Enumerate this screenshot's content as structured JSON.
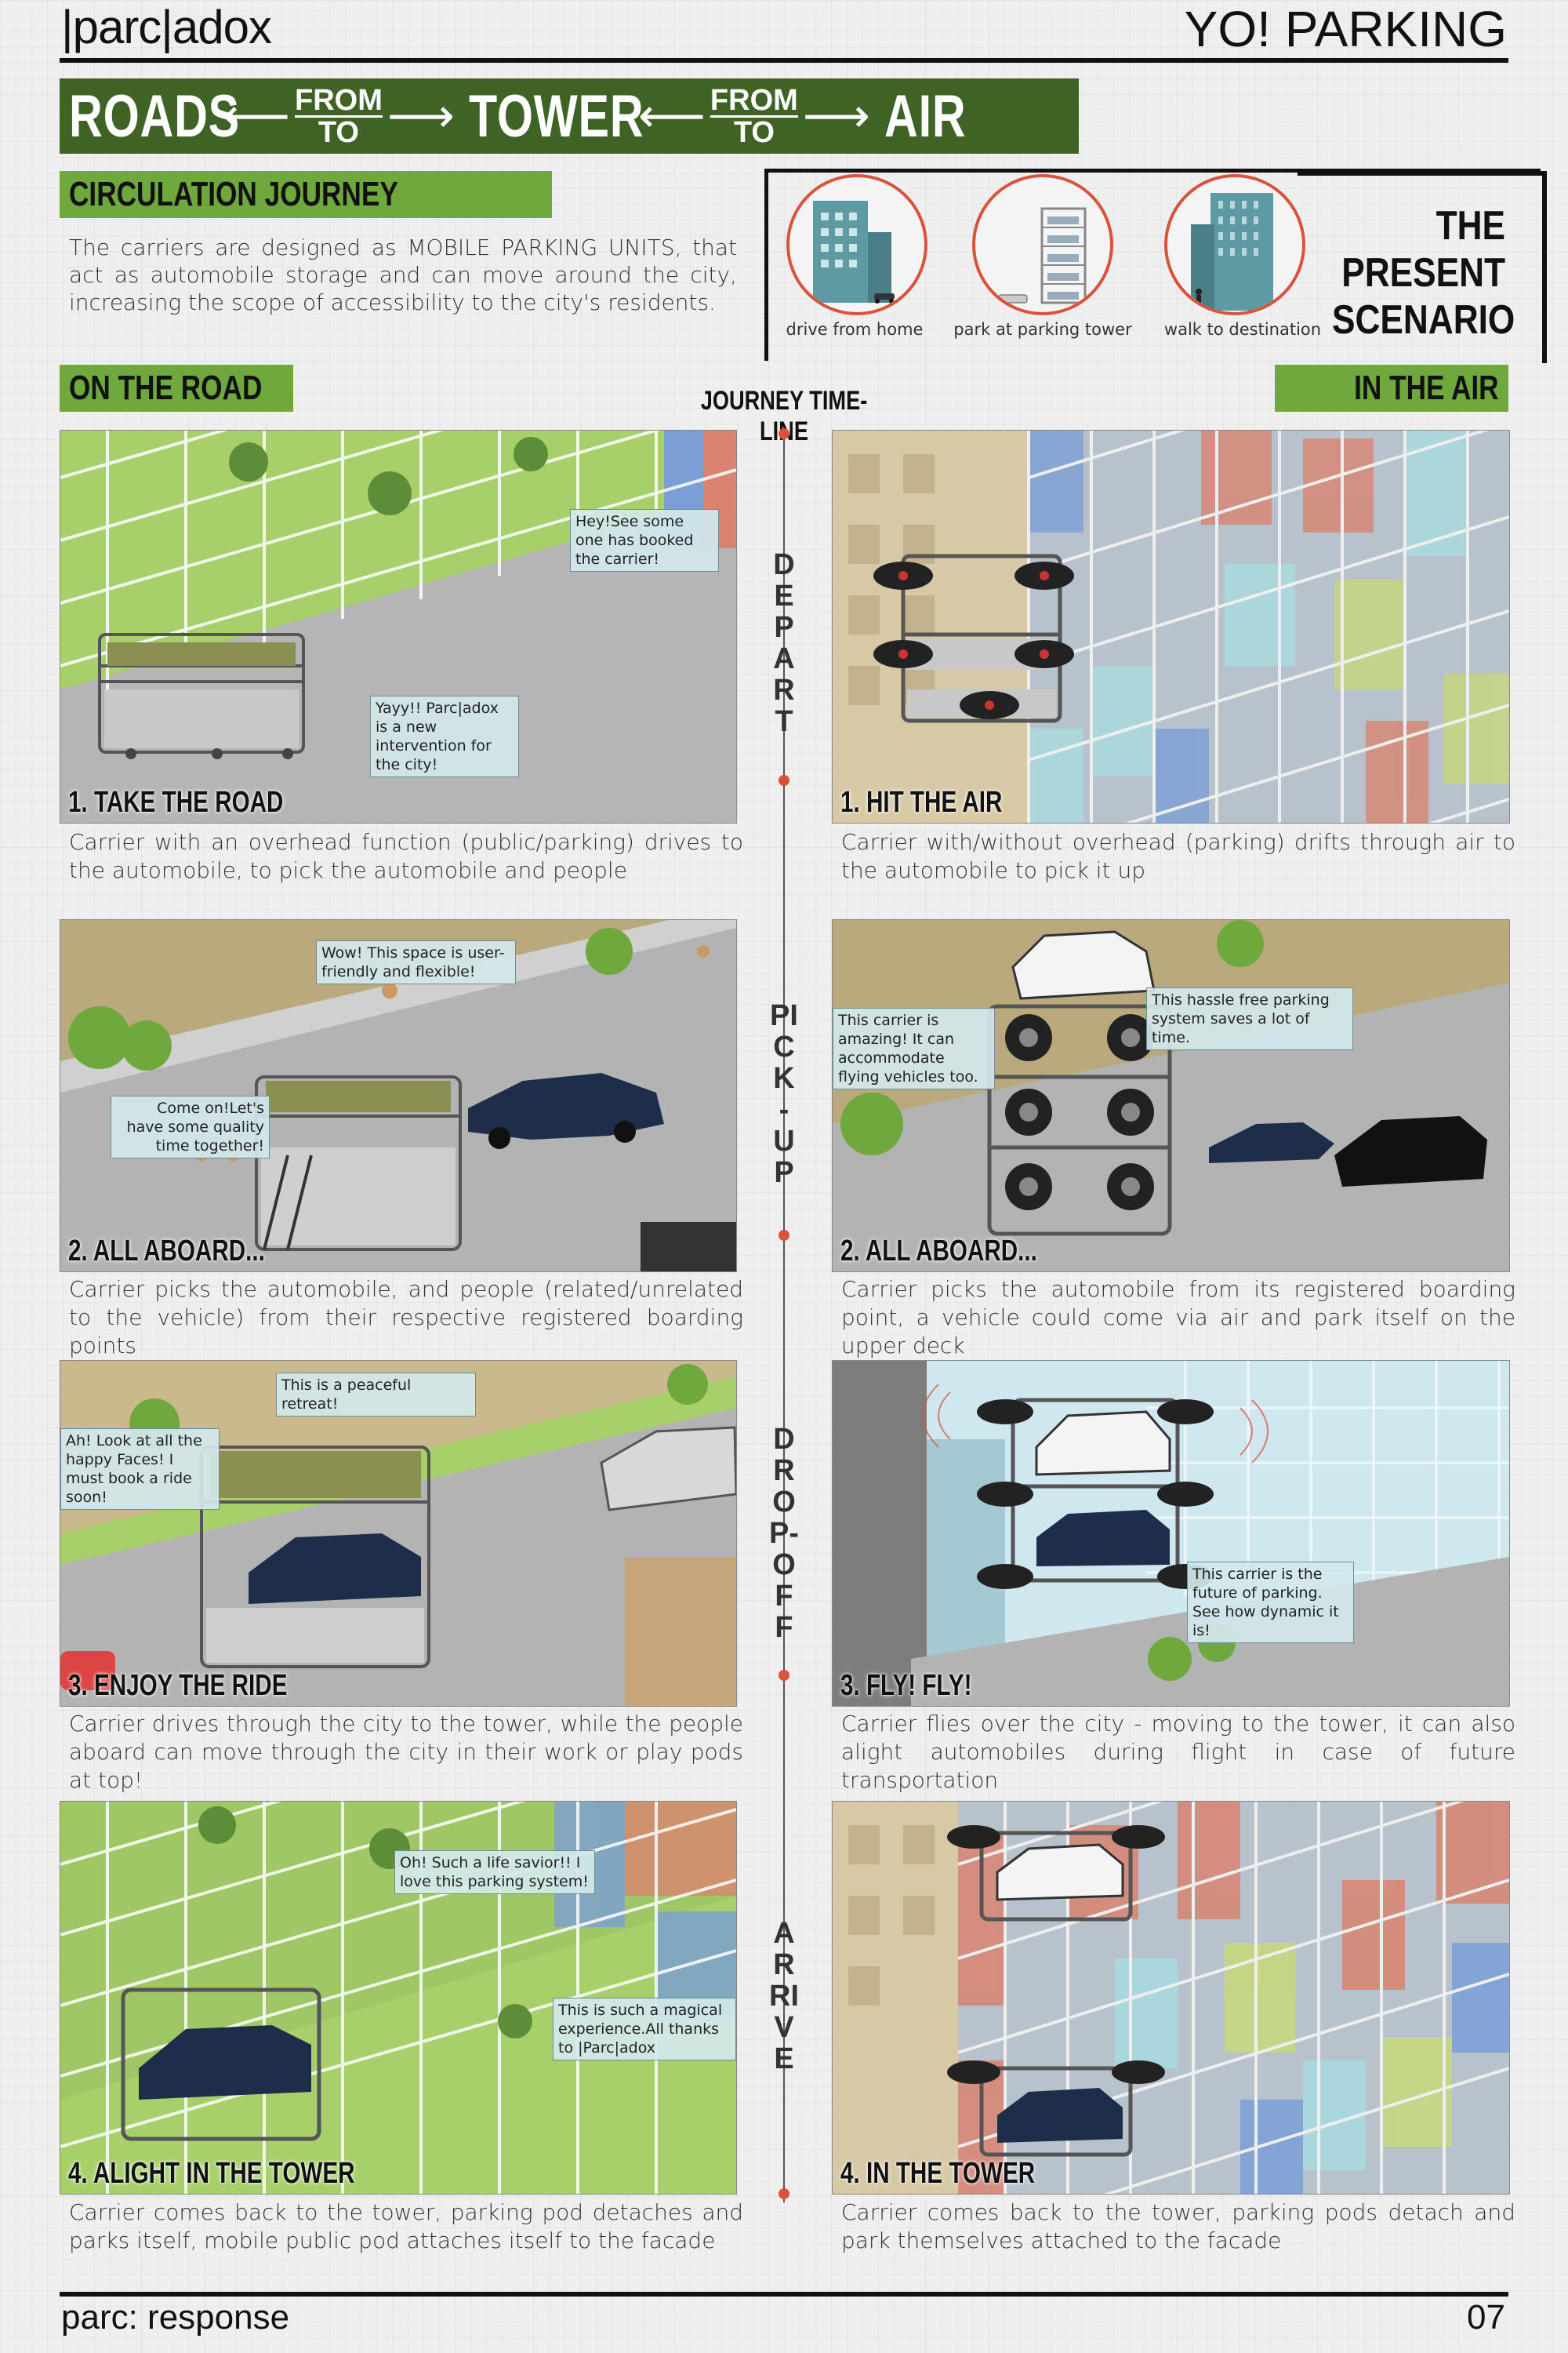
{
  "header": {
    "brand": "|parc|adox",
    "title": "YO! PARKING"
  },
  "banner": {
    "roads": "ROADS",
    "from": "FROM",
    "to": "TO",
    "tower": "TOWER",
    "air": "AIR",
    "arrow_left": "⟵",
    "arrow_right": "⟶"
  },
  "circulation": {
    "heading": "CIRCULATION JOURNEY",
    "text": "The carriers are designed as MOBILE PARKING UNITS, that act as automobile storage and can move around the city, increasing the scope of accessibility to the city's residents."
  },
  "present_scenario": {
    "title_line1": "THE PRESENT",
    "title_line2": "SCENARIO",
    "steps": [
      "drive from home",
      "park at parking tower",
      "walk to destination"
    ]
  },
  "sections": {
    "road": "ON THE ROAD",
    "air": "IN THE AIR",
    "timeline": "JOURNEY TIME-LINE"
  },
  "timeline_words": [
    "DEPART",
    "PICK-UP",
    "DROP-OFF",
    "ARRIVE"
  ],
  "road_panels": [
    {
      "title": "1. TAKE THE ROAD",
      "desc": "Carrier with an overhead function (public/parking) drives to the automobile, to pick the automobile and people",
      "bubbles": [
        "Hey!See some one has booked the carrier!",
        "Yayy!! Parc|adox is a new intervention for the city!"
      ]
    },
    {
      "title": "2. ALL ABOARD...",
      "desc": "Carrier picks the automobile, and people (related/unrelated to the vehicle) from their respective registered boarding points",
      "bubbles": [
        "Wow! This space is user-friendly and flexible!",
        "Come on!Let's have some quality time together!"
      ]
    },
    {
      "title": "3. ENJOY THE RIDE",
      "desc": "Carrier drives through the city to the tower, while the people aboard can move through the city in their work or play pods at top!",
      "bubbles": [
        "This is a peaceful retreat!",
        "Ah! Look at all the happy Faces! I must book a ride soon!"
      ]
    },
    {
      "title": "4. ALIGHT IN THE TOWER",
      "desc": "Carrier comes back to the tower, parking pod detaches and parks itself, mobile public pod attaches itself to the facade",
      "bubbles": [
        "Oh! Such a life savior!! I love this parking system!",
        "This is such a magical experience.All thanks to |Parc|adox"
      ]
    }
  ],
  "air_panels": [
    {
      "title": "1. HIT THE AIR",
      "desc": "Carrier with/without overhead (parking) drifts through air to the automobile to pick it up",
      "bubbles": []
    },
    {
      "title": "2. ALL ABOARD...",
      "desc": "Carrier picks the automobile from its registered boarding point, a vehicle could come via air and park itself on the upper deck",
      "bubbles": [
        "This carrier is amazing! It can accommodate flying vehicles too.",
        "This hassle free parking system saves a lot of time."
      ]
    },
    {
      "title": "3. FLY! FLY!",
      "desc": "Carrier flies over the city - moving to the tower, it can also alight automobiles during flight in case of future transportation",
      "bubbles": [
        "This carrier is the future of parking. See how dynamic it is!"
      ]
    },
    {
      "title": "4. IN THE TOWER",
      "desc": "Carrier comes back to the tower, parking pods detach and park themselves attached to the facade",
      "bubbles": []
    }
  ],
  "footer": {
    "left": "parc: response",
    "right": "07"
  },
  "colors": {
    "dark_green": "#3f6324",
    "light_green": "#6fa83c",
    "accent_red": "#d9533a",
    "facade_teal": "#5e9aa3",
    "car_navy": "#1e2e4a"
  }
}
